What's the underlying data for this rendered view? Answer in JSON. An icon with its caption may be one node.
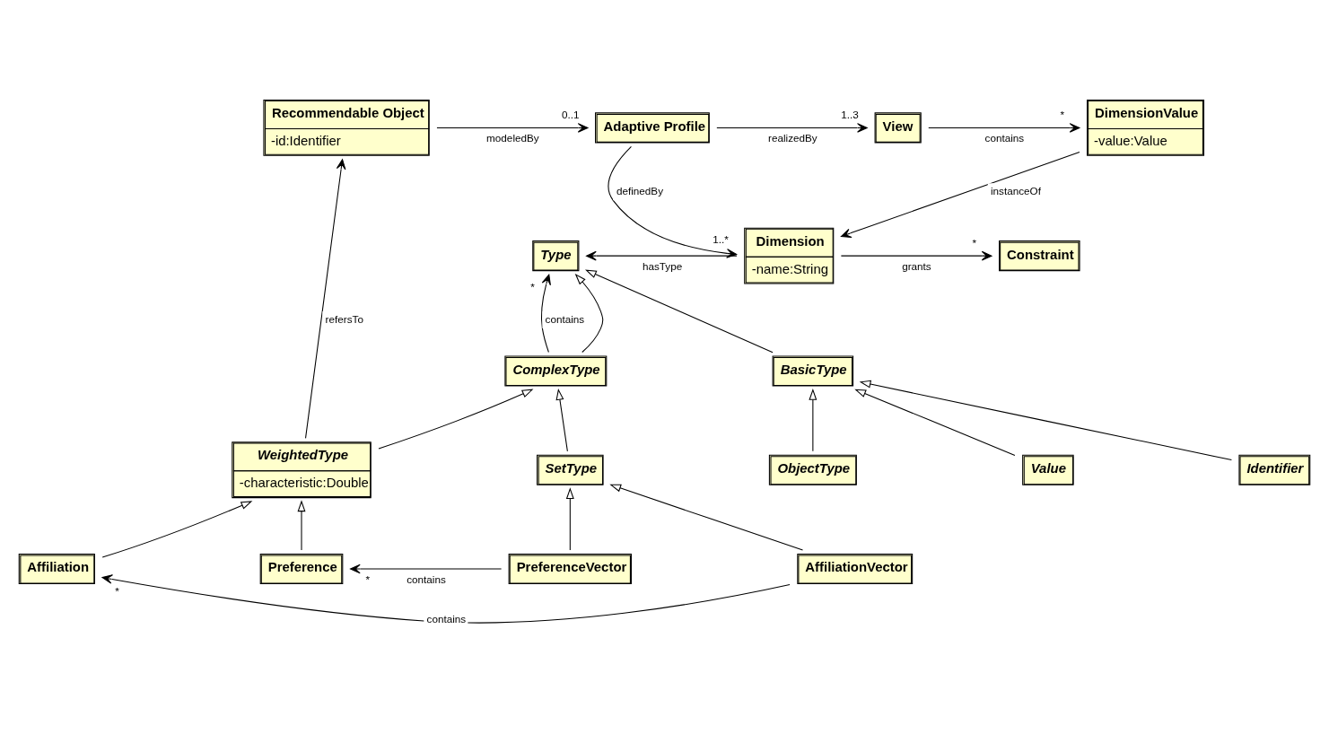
{
  "diagram": {
    "nodes": [
      {
        "text": [
          "Recommendable Object",
          "-id:Identifier"
        ]
      },
      {
        "text": [
          "Adaptive Profile"
        ]
      },
      {
        "text": [
          "View"
        ]
      },
      {
        "text": [
          "DimensionValue",
          "-value:Value"
        ]
      },
      {
        "text": [
          "Type"
        ]
      },
      {
        "text": [
          "Dimension",
          "-name:String"
        ]
      },
      {
        "text": [
          "Constraint"
        ]
      },
      {
        "text": [
          "ComplexType"
        ]
      },
      {
        "text": [
          "BasicType"
        ]
      },
      {
        "text": [
          "WeightedType",
          "-characteristic:Double"
        ]
      },
      {
        "text": [
          "SetType"
        ]
      },
      {
        "text": [
          "ObjectType"
        ]
      },
      {
        "text": [
          "Value"
        ]
      },
      {
        "text": [
          "Identifier"
        ]
      },
      {
        "text": [
          "Affiliation"
        ]
      },
      {
        "text": [
          "Preference"
        ]
      },
      {
        "text": [
          "PreferenceVector"
        ]
      },
      {
        "text": [
          "AffiliationVector"
        ]
      }
    ],
    "edges": [
      {
        "from": 0,
        "to": 1,
        "arrow": "to",
        "label": "modeledBy"
      },
      {
        "from": 1,
        "to": 2,
        "arrow": "to",
        "label": "realizedBy"
      },
      {
        "from": 2,
        "to": 3,
        "arrow": "to",
        "label": "contains"
      },
      {
        "from": 1,
        "to": 5,
        "arrow": "to",
        "label": "definedBy"
      },
      {
        "from": 3,
        "to": 5,
        "arrow": "to",
        "label": "instanceOf"
      },
      {
        "from": 5,
        "to": 4,
        "arrow": "to",
        "label": "hasType"
      },
      {
        "from": 5,
        "to": 6,
        "arrow": "to",
        "label": "grants"
      },
      {
        "from": 7,
        "to": 4,
        "arrow": "to",
        "label": "contains"
      },
      {
        "from": 7,
        "to": 4,
        "arrow": "to"
      },
      {
        "from": 8,
        "to": 4,
        "arrow": "to"
      },
      {
        "from": 9,
        "to": 0,
        "arrow": "to",
        "label": "refersTo"
      },
      {
        "from": 9,
        "to": 7,
        "arrow": "to"
      },
      {
        "from": 10,
        "to": 7,
        "arrow": "to"
      },
      {
        "from": 11,
        "to": 8,
        "arrow": "to"
      },
      {
        "from": 12,
        "to": 8,
        "arrow": "to"
      },
      {
        "from": 13,
        "to": 8,
        "arrow": "to"
      },
      {
        "from": 14,
        "to": 9,
        "arrow": "to"
      },
      {
        "from": 15,
        "to": 9,
        "arrow": "to"
      },
      {
        "from": 16,
        "to": 10,
        "arrow": "to"
      },
      {
        "from": 17,
        "to": 10,
        "arrow": "to"
      },
      {
        "from": 16,
        "to": 15,
        "arrow": "to",
        "label": "contains"
      },
      {
        "from": 17,
        "to": 14,
        "arrow": "to",
        "label": "contains"
      }
    ],
    "labels": [
      "0..1",
      "1..3",
      "*",
      "1..*",
      "*",
      "*",
      "*",
      "*"
    ]
  }
}
